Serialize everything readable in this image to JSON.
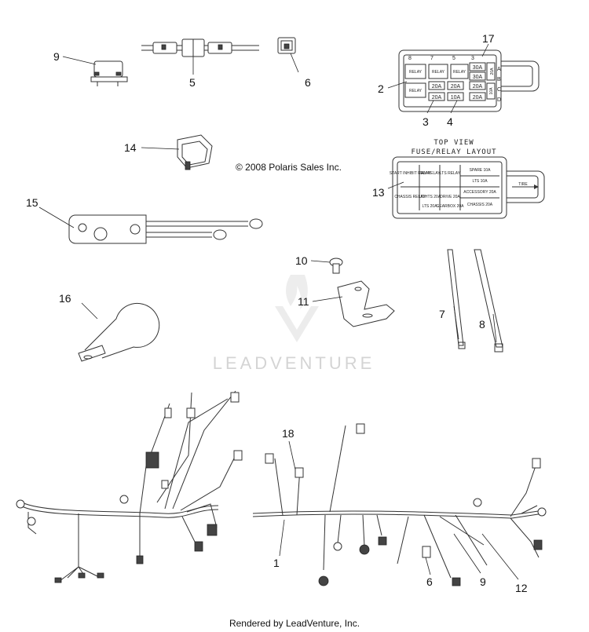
{
  "copyright": "© 2008 Polaris Sales Inc.",
  "watermark": "LEADVENTURE",
  "footer": "Rendered by LeadVenture, Inc.",
  "fuse_box_caption": {
    "line1": "TOP VIEW",
    "line2": "FUSE/RELAY LAYOUT"
  },
  "callouts": [
    "1",
    "2",
    "3",
    "4",
    "5",
    "6",
    "7",
    "8",
    "9",
    "10",
    "11",
    "12",
    "13",
    "14",
    "15",
    "16",
    "17",
    "18"
  ],
  "callouts_extra": {
    "six_b": "6",
    "nine_b": "9"
  },
  "fuse_box_17": {
    "row_labels": [
      "A",
      "B",
      "C",
      "D"
    ],
    "top_numbers": [
      "8",
      "7",
      "5",
      "3"
    ],
    "fuses_right": [
      "30A",
      "30A",
      "20A"
    ],
    "fuses_mid": [
      "20A",
      "20A",
      "20A",
      "20A"
    ],
    "fuses_bottom": [
      "20A",
      "10A",
      "20A"
    ],
    "side_fuse": "20A",
    "side_fuse_low": "10A",
    "relays": [
      "RELAY",
      "RELAY",
      "RELAY",
      "RELAY"
    ]
  },
  "fuse_layout_13": {
    "cells": [
      "START INHIBIT RELAY",
      "FAN RELAY",
      "LTS RELAY",
      "SPARE 10A",
      "LTS 10A",
      "CHASSIS RELAY",
      "LIGHTS 20A",
      "DRIVE 20A",
      "ACCESSORY 20A",
      "LTS 20A",
      "GEARBOX 20A",
      "CHASSIS 20A"
    ],
    "arrow_label": "TIRE"
  }
}
